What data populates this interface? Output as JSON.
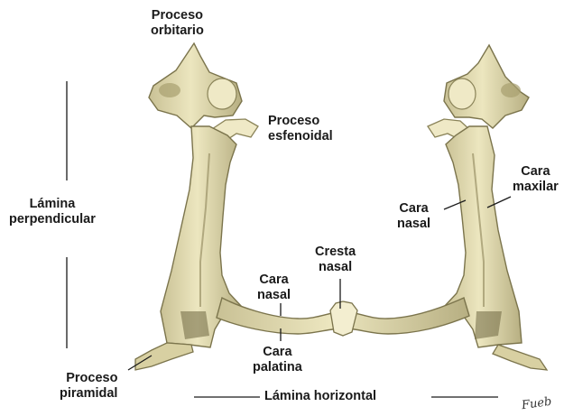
{
  "labels": {
    "proceso_orbitario": [
      "Proceso",
      "orbitario"
    ],
    "proceso_esfenoidal": [
      "Proceso",
      "esfenoidal"
    ],
    "lamina_perpendicular": [
      "Lámina",
      "perpendicular"
    ],
    "cara_nasal_right": [
      "Cara",
      "nasal"
    ],
    "cara_maxilar": [
      "Cara",
      "maxilar"
    ],
    "cresta_nasal": [
      "Cresta",
      "nasal"
    ],
    "cara_nasal_center": [
      "Cara",
      "nasal"
    ],
    "cara_palatina": [
      "Cara",
      "palatina"
    ],
    "proceso_piramidal": [
      "Proceso",
      "piramidal"
    ],
    "lamina_horizontal": "Lámina horizontal"
  },
  "signature": "Fueb",
  "colors": {
    "bone": "#e3dcae",
    "bone_shadow": "#a59e6e",
    "bone_highlight": "#f6f1d2",
    "bone_dark": "#5f5837",
    "line": "#1a1a1a"
  }
}
